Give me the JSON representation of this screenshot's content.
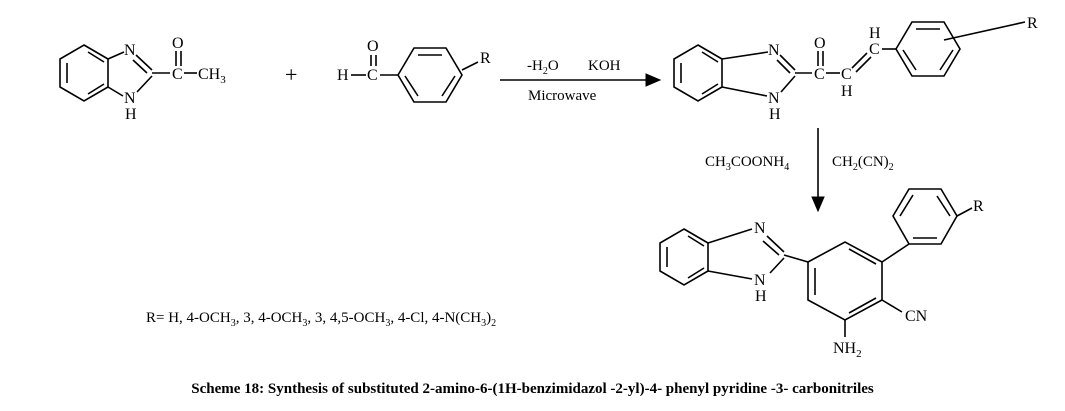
{
  "reactant1": {
    "n": "N",
    "nh": "N",
    "h": "H",
    "o": "O",
    "c": "C",
    "ch3": "CH",
    "ch3_sub": "3"
  },
  "plus": "+",
  "reactant2": {
    "o": "O",
    "h": "H",
    "c": "C",
    "r": "R"
  },
  "arrow1": {
    "above1": "-H",
    "above1_sub": "2",
    "above1_end": "O",
    "above2": "KOH",
    "below": "Microwave"
  },
  "chalcone": {
    "n": "N",
    "nh": "N",
    "h": "H",
    "o": "O",
    "c": "C",
    "ch_top_h": "H",
    "ch_top_c": "C",
    "ch_bot_c": "C",
    "ch_bot_h": "H",
    "r": "R"
  },
  "arrow2": {
    "left": "CH",
    "left_sub1": "3",
    "left_mid": "COONH",
    "left_sub2": "4",
    "right": "CH",
    "right_sub1": "2",
    "right_mid": "(CN)",
    "right_sub2": "2"
  },
  "product": {
    "n": "N",
    "nh": "N",
    "h": "H",
    "cn": "CN",
    "nh2": "NH",
    "nh2_sub": "2",
    "r": "R"
  },
  "r_groups": {
    "prefix": "R= H, 4-OCH",
    "s1": "3",
    "t1": ", 3, 4-OCH",
    "s2": "3",
    "t2": ", 3, 4,5-OCH",
    "s3": "3",
    "t3": ", 4-Cl, 4-N(CH",
    "s4": "3",
    "t4": ")",
    "s5": "2"
  },
  "caption": "Scheme 18: Synthesis of substituted 2-amino-6-(1H-benzimidazol -2-yl)-4- phenyl pyridine -3- carbonitriles"
}
